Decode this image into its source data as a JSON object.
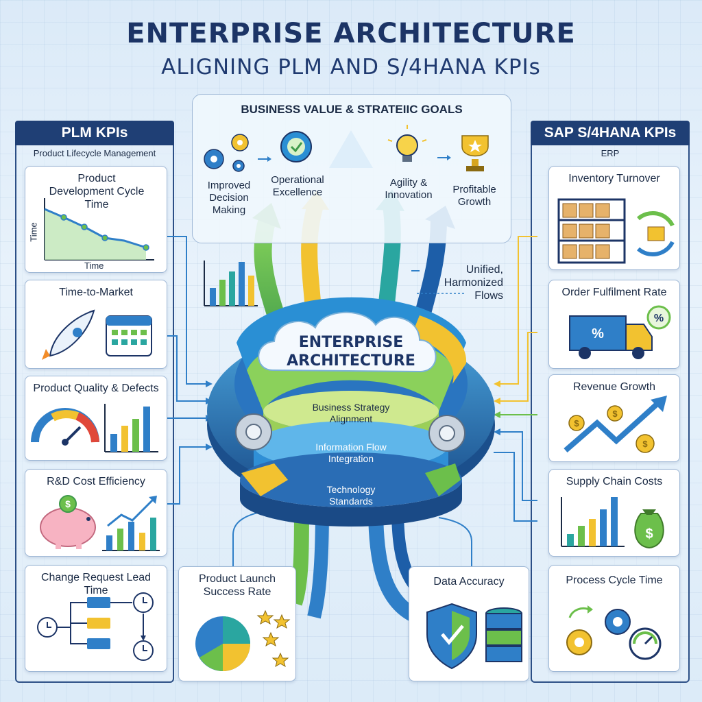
{
  "header": {
    "title": "ENTERPRISE ARCHITECTURE",
    "subtitle": "ALIGNING PLM AND S/4HANA KPIs"
  },
  "goals": {
    "title": "BUSINESS VALUE & STRATEIIC GOALS",
    "items": [
      {
        "label_lines": [
          "Improved",
          "Decision",
          "Making"
        ],
        "icon": "gears-icon"
      },
      {
        "label_lines": [
          "Operational",
          "Excellence"
        ],
        "icon": "check-gear-icon"
      },
      {
        "label_lines": [
          "Agility &",
          "Innovation"
        ],
        "icon": "lightbulb-icon"
      },
      {
        "label_lines": [
          "Profitable",
          "Growth"
        ],
        "icon": "trophy-icon"
      }
    ]
  },
  "plm": {
    "header": "PLM KPIs",
    "subheader": "Product Lifecycle Management",
    "cards": [
      {
        "title": "Product Development Cycle Time",
        "icon": "line-chart-icon",
        "axis_y": "Time",
        "axis_x": "Time"
      },
      {
        "title": "Time-to-Market",
        "icon": "rocket-calendar-icon"
      },
      {
        "title": "Product Quality & Defects",
        "icon": "gauge-bars-icon"
      },
      {
        "title": "R&D Cost Efficiency",
        "icon": "piggy-bank-icon"
      },
      {
        "title": "Change Request Lead Time",
        "icon": "flow-clock-icon"
      }
    ]
  },
  "sap": {
    "header": "SAP S/4HANA KPIs",
    "subheader": "ERP",
    "cards": [
      {
        "title": "Inventory Turnover",
        "icon": "shelves-icon"
      },
      {
        "title": "Order Fulfilment Rate",
        "icon": "truck-icon"
      },
      {
        "title": "Revenue Growth",
        "icon": "growth-arrow-icon"
      },
      {
        "title": "Supply Chain Costs",
        "icon": "money-bag-icon"
      },
      {
        "title": "Process Cycle Time",
        "icon": "gears-gauge-icon"
      }
    ]
  },
  "bottom": {
    "launch": {
      "title_lines": [
        "Product Launch",
        "Success Rate"
      ],
      "icon": "pie-stars-icon"
    },
    "accuracy": {
      "title": "Data Accuracy",
      "icon": "shield-database-icon"
    }
  },
  "center": {
    "cloud_lines": [
      "ENTERPRISE",
      "ARCHITECTURE"
    ],
    "layer1_lines": [
      "Business Strategy",
      "Alignment"
    ],
    "layer2_lines": [
      "Information Flow",
      "Integration"
    ],
    "layer3_lines": [
      "Technology",
      "Standards"
    ],
    "flows_lines": [
      "Unified,",
      "Harmonized",
      "Flows"
    ]
  },
  "colors": {
    "navy": "#1f3f75",
    "blue": "#2f7fc8",
    "green": "#6cbf4b",
    "yellow": "#f2c230",
    "teal": "#2aa6a0"
  }
}
